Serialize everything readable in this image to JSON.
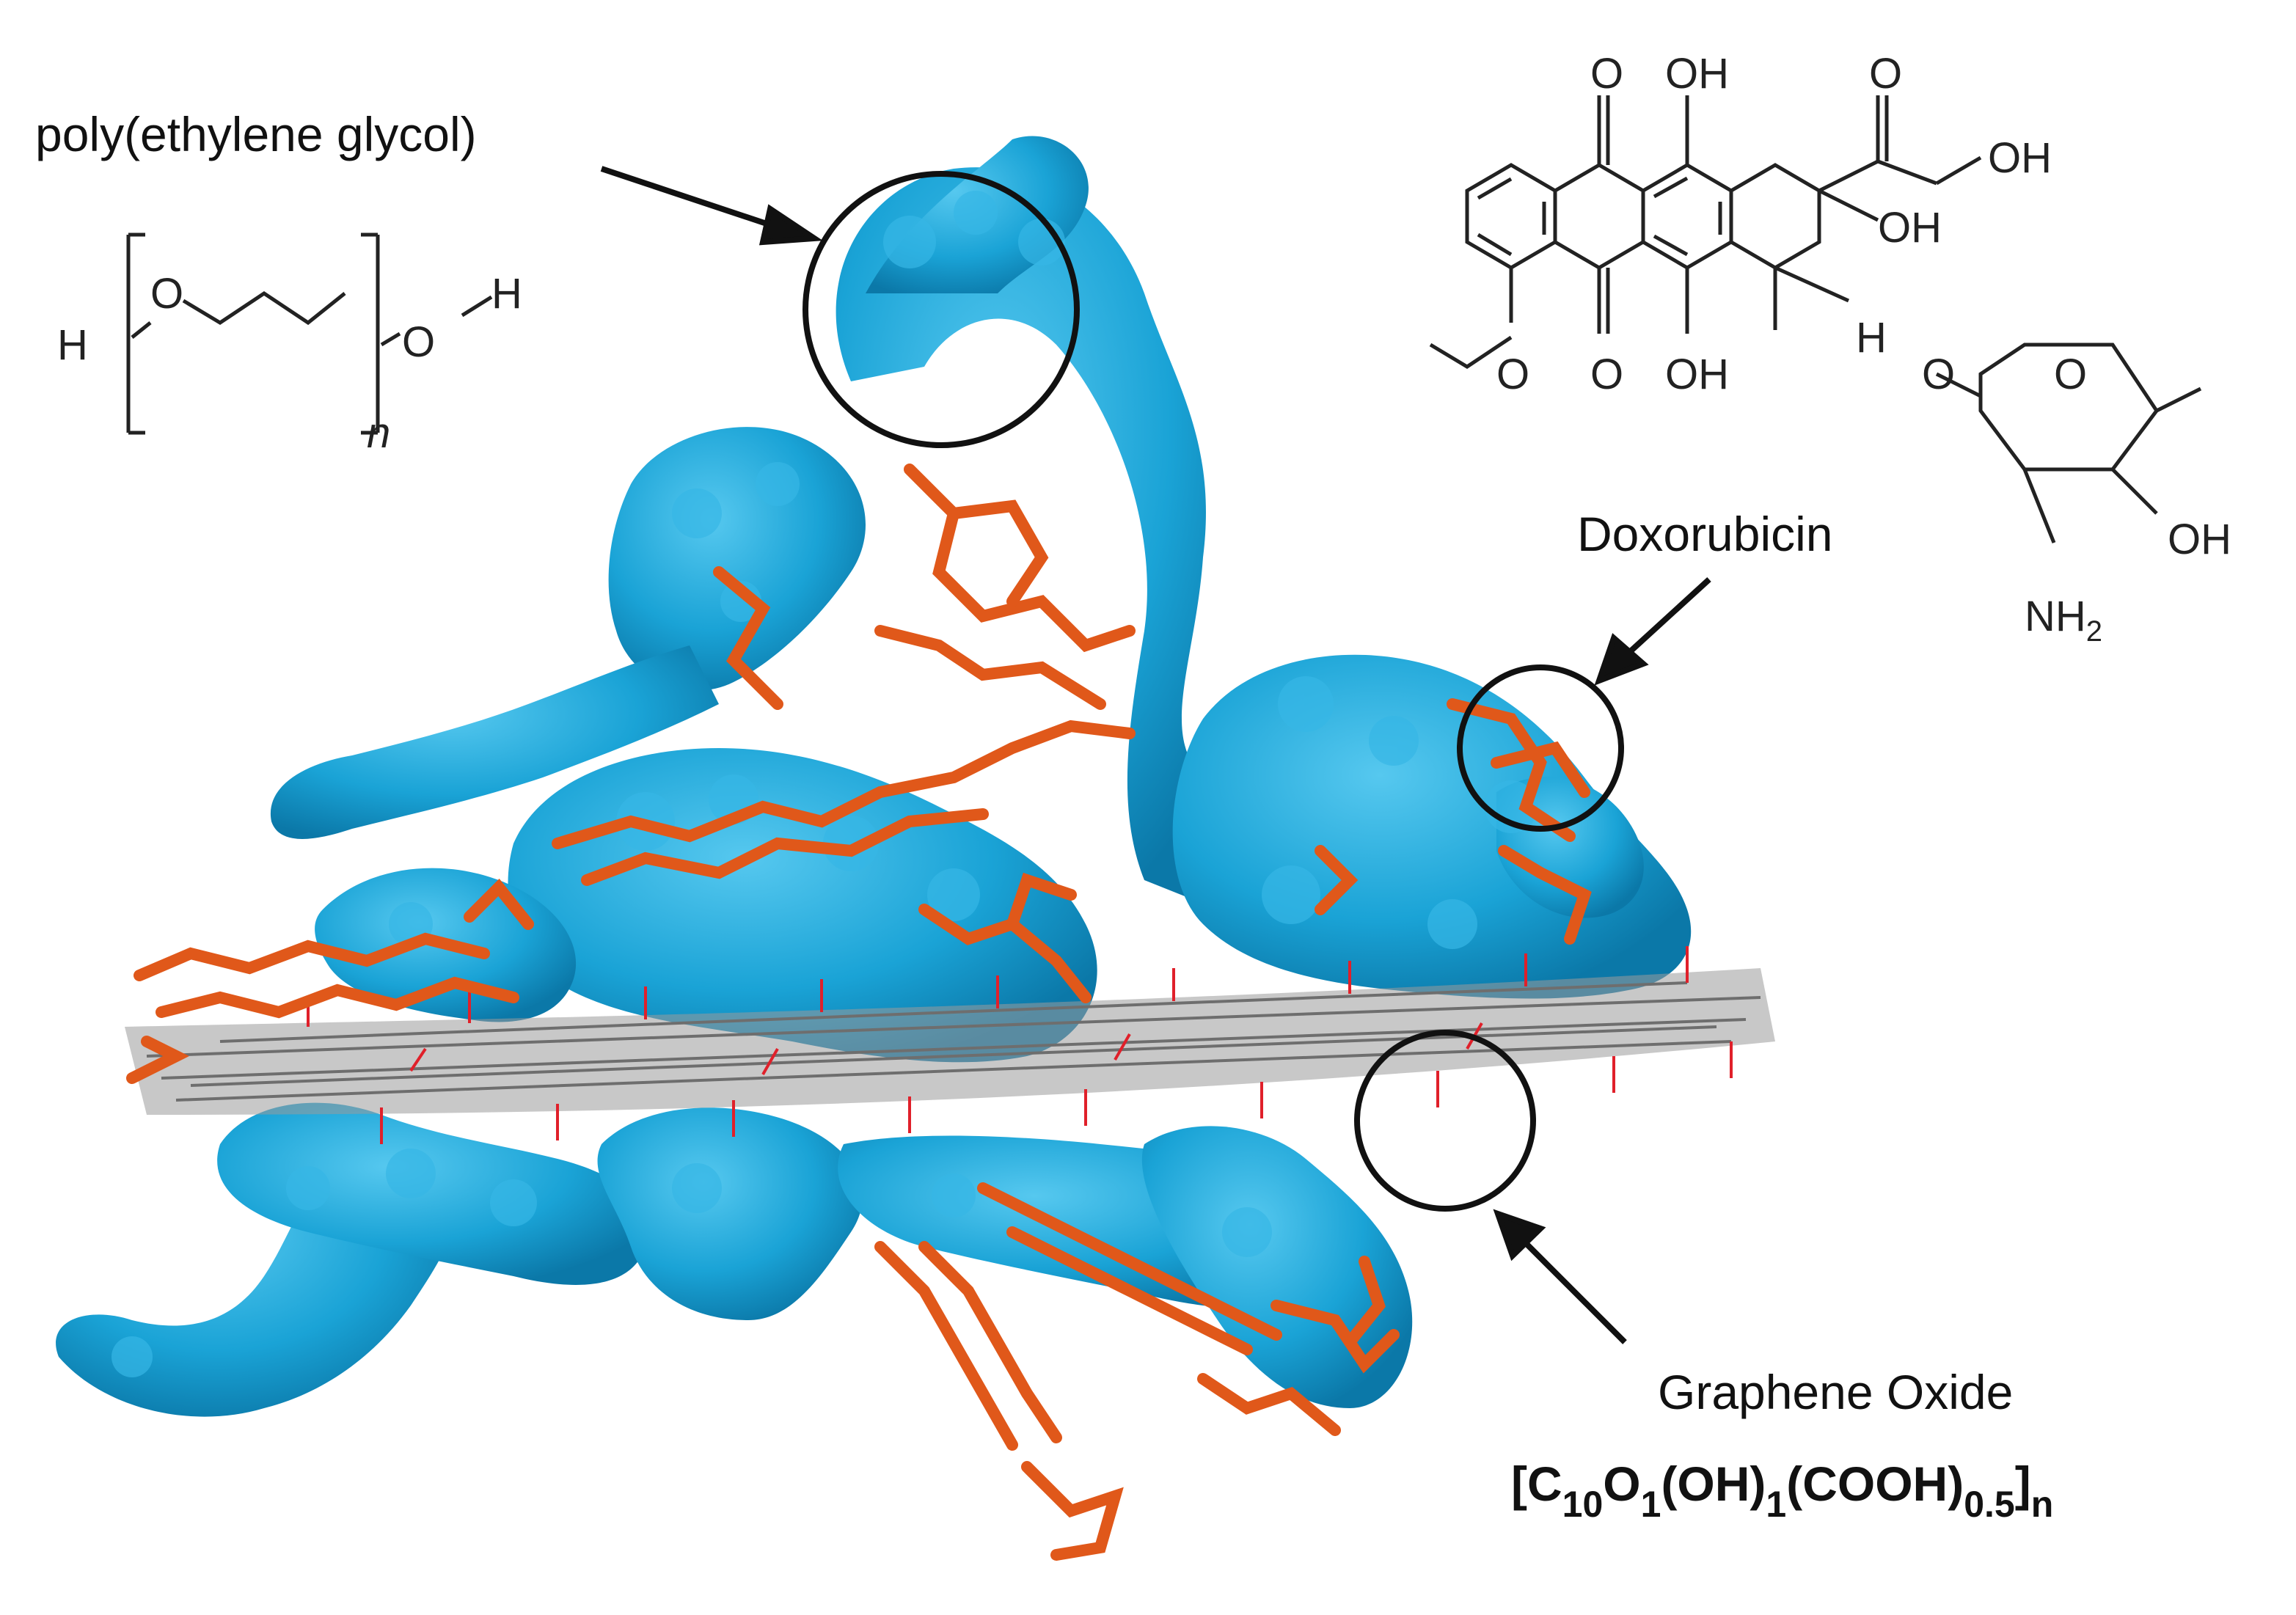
{
  "labels": {
    "peg": "poly(ethylene glycol)",
    "doxorubicin": "Doxorubicin",
    "graphene_oxide": "Graphene Oxide"
  },
  "formula": {
    "open": "[",
    "c": "C",
    "c_n": "10",
    "o": "O",
    "o_n": "1",
    "oh": "(OH)",
    "oh_n": "1",
    "cooh": "(COOH)",
    "cooh_n": "0.5",
    "close": "]",
    "close_n": "n"
  },
  "peg_structure": {
    "h_left": "H",
    "o_left": "O",
    "o_right": "O",
    "h_right": "H",
    "repeat": "n"
  },
  "dox_structure": {
    "o_top_left": "O",
    "oh_top": "OH",
    "o_top_right": "O",
    "oh_sidechain": "OH",
    "oh_quaternary": "OH",
    "h": "H",
    "o_methoxy": "O",
    "o_bottom": "O",
    "oh_bottom": "OH",
    "o_glycosidic": "O",
    "o_ring": "O",
    "oh_sugar": "OH",
    "nh": "NH",
    "nh_sub": "2"
  },
  "colors": {
    "peg_surface": "#1aa3d6",
    "peg_shade": "#0d7fb0",
    "doxorubicin": "#e0581a",
    "graphene": "#8a8a8a",
    "oxygen": "#e0202a",
    "ink": "#111111"
  }
}
